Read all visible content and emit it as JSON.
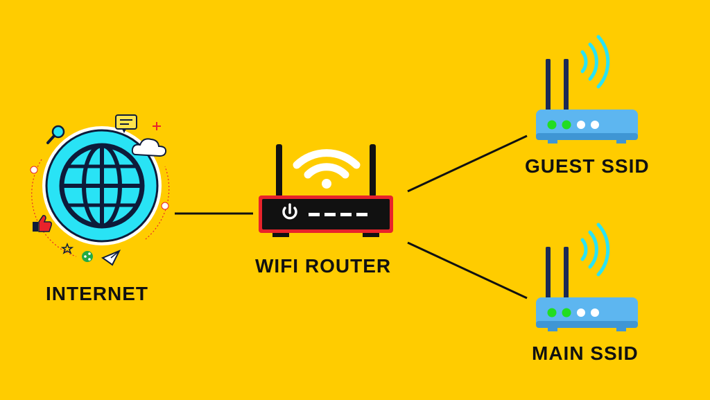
{
  "nodes": {
    "internet": {
      "label": "INTERNET",
      "icon": "globe-icon"
    },
    "router": {
      "label": "WIFI ROUTER",
      "icon": "wifi-router-icon"
    },
    "guest": {
      "label": "GUEST SSID",
      "icon": "access-point-icon"
    },
    "main": {
      "label": "MAIN SSID",
      "icon": "access-point-icon"
    }
  },
  "edges": [
    {
      "from": "internet",
      "to": "router"
    },
    {
      "from": "router",
      "to": "guest"
    },
    {
      "from": "router",
      "to": "main"
    }
  ],
  "colors": {
    "background": "#FFCC00",
    "globe": "#29E3F5",
    "globe_outline": "#0D1B3A",
    "router_body": "#111111",
    "router_accent": "#E8232B",
    "access_point_body": "#5DB6F0",
    "led_green": "#22DD22",
    "led_white": "#FFFFFF",
    "wifi_signal": "#FFFFFF",
    "ap_signal": "#29E3F5",
    "antenna": "#1B2A55"
  }
}
